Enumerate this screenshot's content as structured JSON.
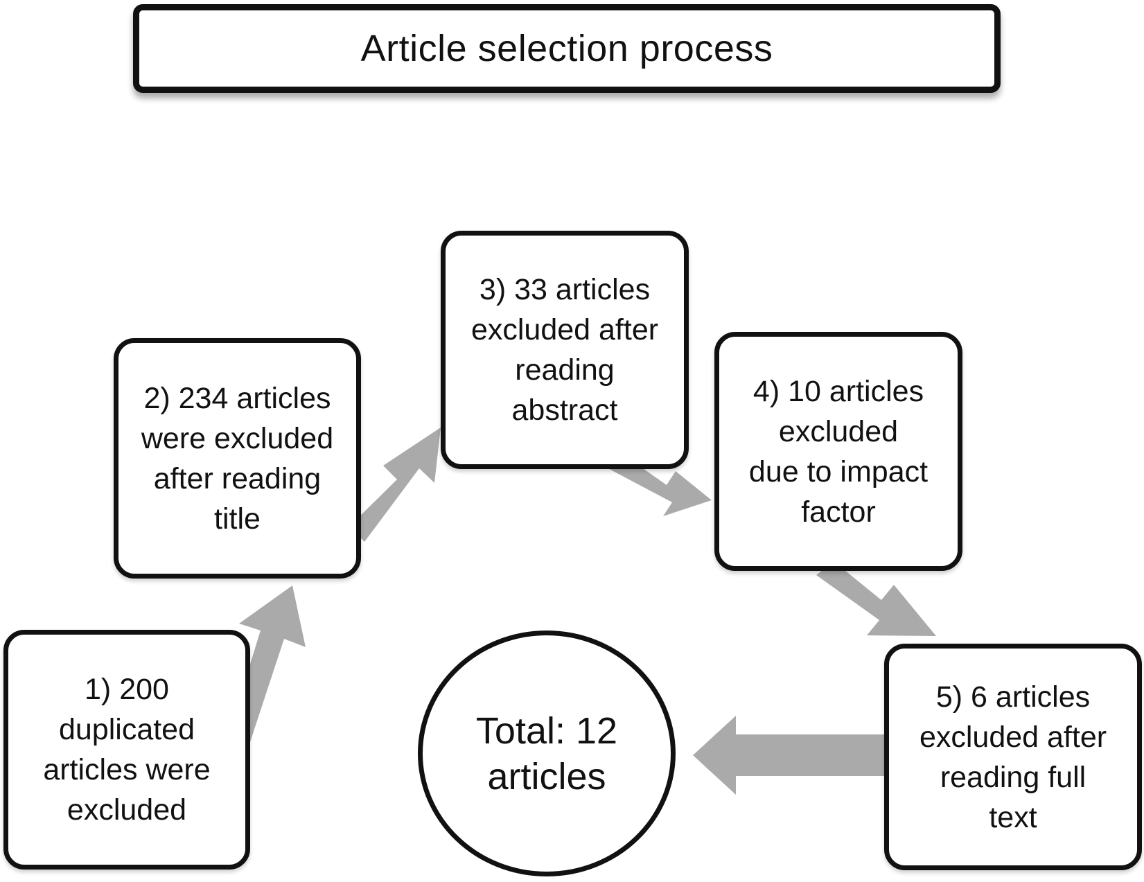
{
  "title": "Article selection process",
  "steps": [
    {
      "lines": [
        "1) 200",
        "duplicated",
        "articles were",
        "excluded"
      ]
    },
    {
      "lines": [
        "2) 234 articles",
        "were excluded",
        "after reading",
        "title"
      ]
    },
    {
      "lines": [
        "3) 33 articles",
        "excluded after",
        "reading",
        "abstract"
      ]
    },
    {
      "lines": [
        "4) 10 articles",
        "excluded",
        "due to impact",
        "factor"
      ]
    },
    {
      "lines": [
        "5) 6 articles",
        "excluded after",
        "reading full",
        "text"
      ]
    }
  ],
  "total": {
    "lines": [
      "Total: 12",
      "articles"
    ]
  },
  "colors": {
    "border": "#111111",
    "arrow": "#aaaaaa",
    "background": "#ffffff"
  }
}
